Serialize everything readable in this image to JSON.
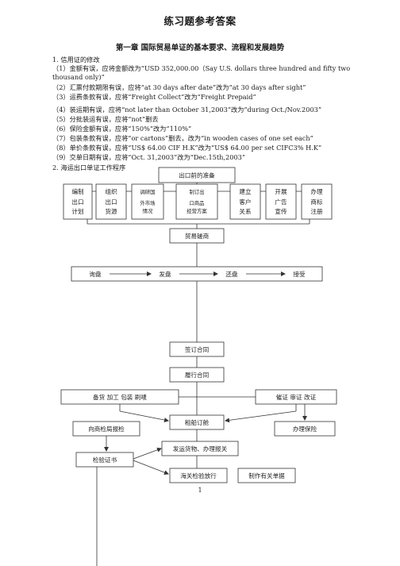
{
  "title": "练习题参考答案",
  "chapter": "第一章  国际贸易单证的基本要求、流程和发展趋势",
  "section1": "1. 信用证的修改",
  "items": [
    "（1）金额有误，应将金额改为“USD 352,000.00（Say U.S. dollars three hundred and fifty two thousand only)”",
    "（2）汇票付款期限有误，应将“at 30 days after date”改为“at 30 days after sight”",
    "（3）运费条款有误，应将“Freight Collect”改为“Freight Prepaid”",
    "（4）装运期有误，应将“not later than October 31,2003”改为“during Oct./Nov.2003”",
    "（5）分批装运有误，应将“not”删去",
    "（6）保险金额有误，应将“150%”改为“110%”",
    "（7）包装条款有误，应将“or cartons”删去，改为“in wooden cases of one set each”",
    "（8）单价条款有误，应将“US$ 64.00 CIF H.K”改为“US$ 64.00 per set CIFC3% H.K”",
    "（9）交单日期有误，应将“Oct. 31,2003”改为“Dec.15th,2003”"
  ],
  "section2": "2. 海运出口单证工作程序",
  "flow": {
    "prep": "出口前的准备",
    "prep_boxes": [
      {
        "l1": "编制",
        "l2": "出口",
        "l3": "计划"
      },
      {
        "l1": "组织",
        "l2": "出口",
        "l3": "货源"
      },
      {
        "l1": "调研国",
        "l2": "外市场",
        "l3": "情况"
      },
      {
        "l1": "制订出",
        "l2": "口商品",
        "l3": "经营方案"
      },
      {
        "l1": "建立",
        "l2": "客户",
        "l3": "关系"
      },
      {
        "l1": "开展",
        "l2": "广告",
        "l3": "宣传"
      },
      {
        "l1": "办理",
        "l2": "商标",
        "l3": "注册"
      }
    ],
    "negotiation": "贸易磋商",
    "nego_steps": [
      "询盘",
      "发盘",
      "还盘",
      "接受"
    ],
    "contract": "签订合同",
    "perform": "履行合同",
    "prepare_goods": "备货   加工   包装   刷唛",
    "lc_tasks": "催证   审证   改证",
    "book_ship": "租船订舱",
    "inspection_apply": "向商检局报检",
    "insurance": "办理保险",
    "certificate": "检验证书",
    "ship_declare": "发运货物、办理报关",
    "customs_release": "海关检验放行",
    "make_docs": "制作有关单据"
  },
  "page_number": "1"
}
